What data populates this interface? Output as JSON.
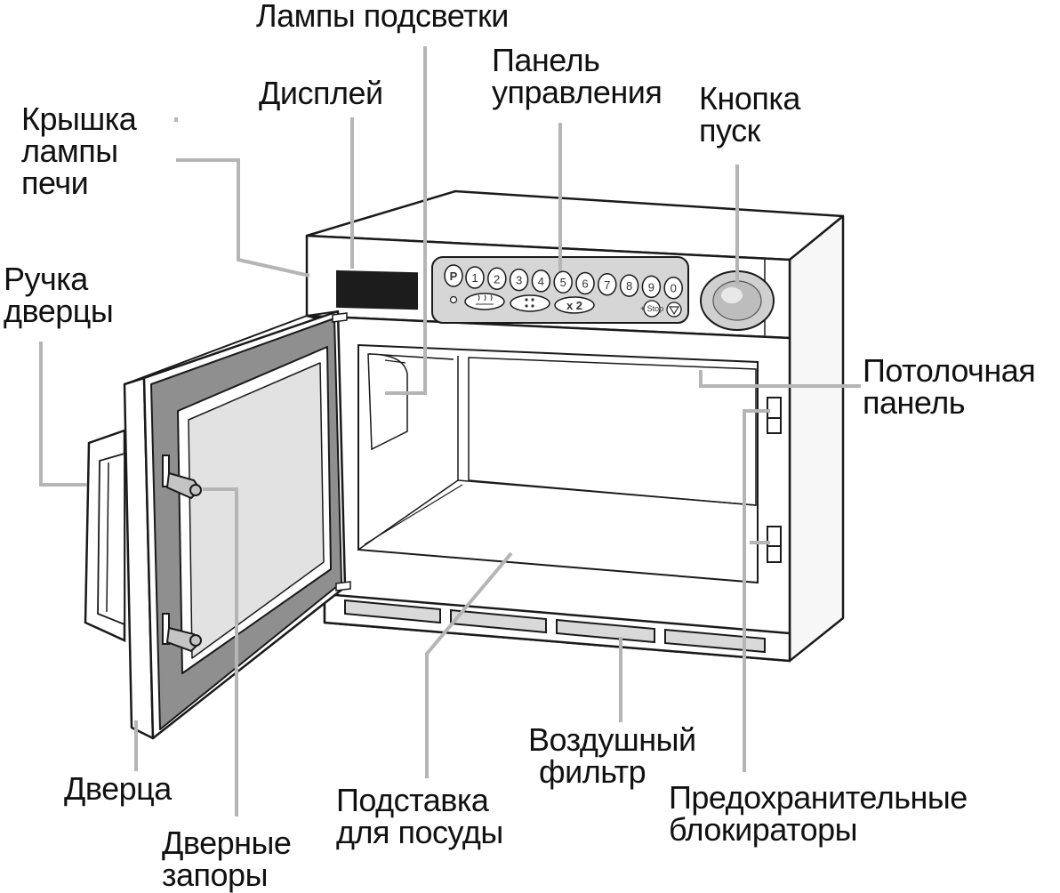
{
  "labels": {
    "lamps": "Лампы подсветки",
    "display": "Дисплей",
    "panel_l1": "Панель",
    "panel_l2": "управления",
    "start_l1": "Кнопка",
    "start_l2": "пуск",
    "lampcover_l1": "Крышка",
    "lampcover_l2": "лампы",
    "lampcover_l3": "печи",
    "handle_l1": "Ручка",
    "handle_l2": "дверцы",
    "ceiling_l1": "Потолочная",
    "ceiling_l2": "панель",
    "door": "Дверца",
    "latches_l1": "Дверные",
    "latches_l2": "запоры",
    "tray_l1": "Подставка",
    "tray_l2": "для посуды",
    "filter_l1": "Воздушный",
    "filter_l2": "фильтр",
    "interlocks_l1": "Предохранительные",
    "interlocks_l2": "блокираторы"
  },
  "keypad": {
    "program_key": "P",
    "digits": [
      "1",
      "2",
      "3",
      "4",
      "5",
      "6",
      "7",
      "8",
      "9",
      "0"
    ],
    "double_key": "x 2",
    "stop_key_text": "+ Stop"
  },
  "colors": {
    "outline": "#1a1a1a",
    "leader": "#b5b5b5",
    "body": "#ffffff",
    "display": "#1c1c1c",
    "door_frame": "#8f8f8f",
    "panel_fill": "#d6d6d6",
    "filter_fill": "#d9d9d9"
  }
}
